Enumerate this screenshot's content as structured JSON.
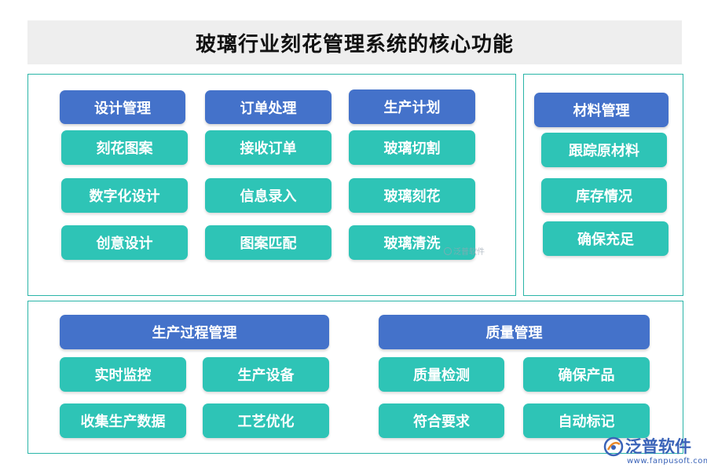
{
  "title": "玻璃行业刻花管理系统的核心功能",
  "top_panel": {
    "columns": [
      {
        "header": "设计管理",
        "items": [
          "刻花图案",
          "数字化设计",
          "创意设计"
        ]
      },
      {
        "header": "订单处理",
        "items": [
          "接收订单",
          "信息录入",
          "图案匹配"
        ]
      },
      {
        "header": "生产计划",
        "items": [
          "玻璃切割",
          "玻璃刻花",
          "玻璃清洗"
        ]
      }
    ]
  },
  "side_panel": {
    "header": "材料管理",
    "items": [
      "跟踪原材料",
      "库存情况",
      "确保充足"
    ]
  },
  "bottom_panel": {
    "groups": [
      {
        "header": "生产过程管理",
        "items": [
          "实时监控",
          "生产设备",
          "收集生产数据",
          "工艺优化"
        ]
      },
      {
        "header": "质量管理",
        "items": [
          "质量检测",
          "确保产品",
          "符合要求",
          "自动标记"
        ]
      }
    ]
  },
  "inner_watermark": "泛普软件",
  "logo": {
    "name": "泛普软件",
    "url": "www.fanpusoft.com"
  },
  "colors": {
    "header_blue": "#4472ca",
    "item_teal": "#2ec4b6",
    "border": "#2ab5a8",
    "title_bg": "#eeeeee"
  }
}
